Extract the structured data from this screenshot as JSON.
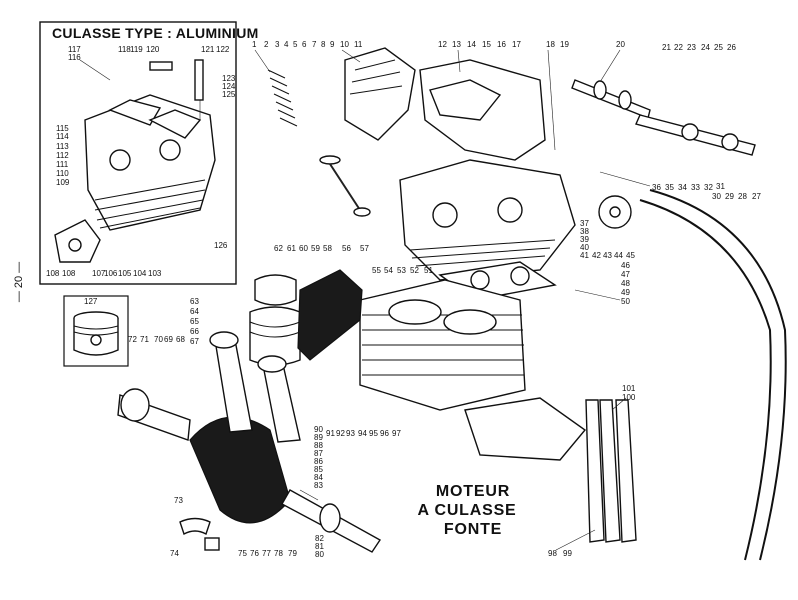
{
  "page": {
    "page_number": "— 20 —"
  },
  "inset": {
    "title": "CULASSE TYPE : ALUMINIUM",
    "labels": [
      {
        "id": "117",
        "text": "117"
      },
      {
        "id": "116",
        "text": "116"
      },
      {
        "id": "118",
        "text": "118"
      },
      {
        "id": "119",
        "text": "119"
      },
      {
        "id": "120",
        "text": "120"
      },
      {
        "id": "121",
        "text": "121"
      },
      {
        "id": "122",
        "text": "122"
      },
      {
        "id": "123",
        "text": "123"
      },
      {
        "id": "124",
        "text": "124"
      },
      {
        "id": "125",
        "text": "125"
      },
      {
        "id": "115",
        "text": "115"
      },
      {
        "id": "114",
        "text": "114"
      },
      {
        "id": "113",
        "text": "113"
      },
      {
        "id": "112",
        "text": "112"
      },
      {
        "id": "111",
        "text": "111"
      },
      {
        "id": "110",
        "text": "110"
      },
      {
        "id": "109",
        "text": "109"
      },
      {
        "id": "126",
        "text": "126"
      },
      {
        "id": "108",
        "text": "108"
      },
      {
        "id": "108b",
        "text": "108"
      },
      {
        "id": "107",
        "text": "107"
      },
      {
        "id": "106",
        "text": "106"
      },
      {
        "id": "105",
        "text": "105"
      },
      {
        "id": "104",
        "text": "104"
      },
      {
        "id": "103",
        "text": "103"
      }
    ]
  },
  "piston_box": {
    "label": "127"
  },
  "main_title": {
    "line1": "MOTEUR",
    "line2": "A  CULASSE",
    "line3": "FONTE"
  },
  "labels": [
    "1",
    "2",
    "3",
    "4",
    "5",
    "6",
    "7",
    "8",
    "9",
    "10",
    "11",
    "12",
    "13",
    "14",
    "15",
    "16",
    "17",
    "18",
    "19",
    "20",
    "21",
    "22",
    "23",
    "24",
    "25",
    "26",
    "36",
    "35",
    "34",
    "33",
    "32",
    "31",
    "30",
    "29",
    "28",
    "27",
    "37",
    "38",
    "39",
    "40",
    "41",
    "42",
    "43",
    "44",
    "45",
    "46",
    "47",
    "48",
    "49",
    "50",
    "51",
    "52",
    "53",
    "54",
    "55",
    "56",
    "57",
    "58",
    "59",
    "60",
    "61",
    "62",
    "63",
    "64",
    "65",
    "66",
    "67",
    "68",
    "69",
    "70",
    "71",
    "72",
    "73",
    "74",
    "75",
    "76",
    "77",
    "78",
    "79",
    "80",
    "81",
    "82",
    "83",
    "84",
    "85",
    "86",
    "87",
    "88",
    "89",
    "90",
    "91",
    "92",
    "93",
    "94",
    "95",
    "96",
    "97",
    "98",
    "99",
    "100",
    "101"
  ],
  "icons": {
    "engine": "engine-drawing-icon",
    "piston": "piston-icon",
    "crankshaft": "crankshaft-icon"
  }
}
